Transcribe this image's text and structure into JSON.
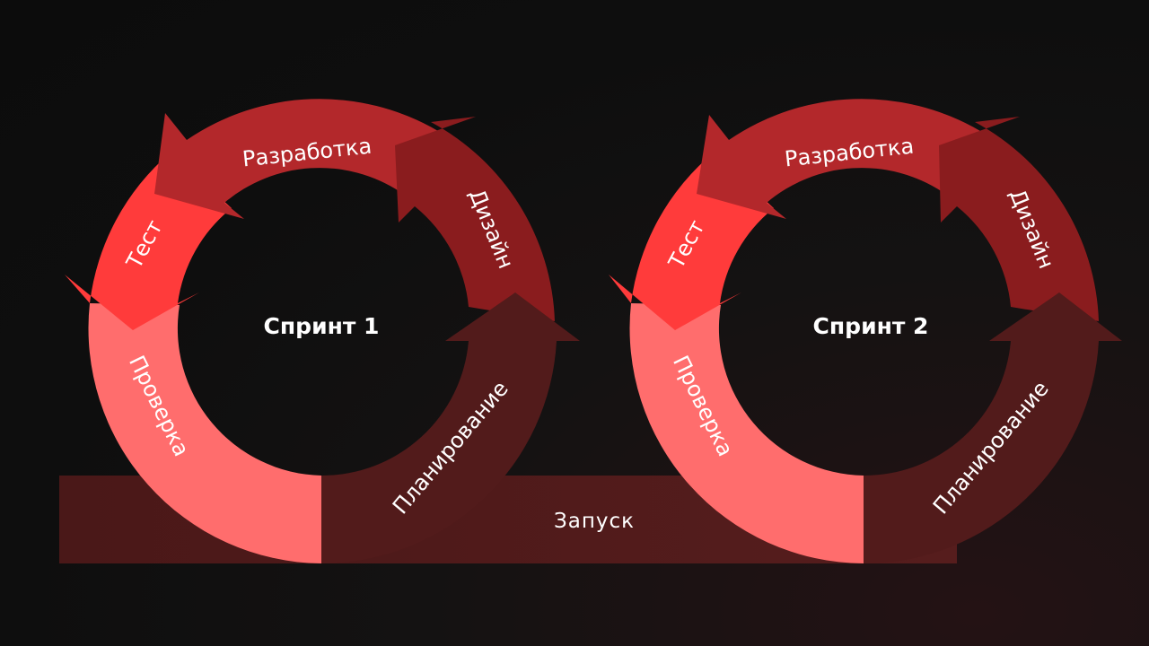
{
  "diagram": {
    "sprints": [
      {
        "title": "Спринт 1",
        "phases": [
          {
            "key": "planning",
            "label": "Планирование",
            "color": "#521b1b"
          },
          {
            "key": "design",
            "label": "Дизайн",
            "color": "#8a1c1e"
          },
          {
            "key": "development",
            "label": "Разработка",
            "color": "#b3282b"
          },
          {
            "key": "test",
            "label": "Тест",
            "color": "#ff3b3b"
          },
          {
            "key": "review",
            "label": "Проверка",
            "color": "#ff6d6d"
          }
        ]
      },
      {
        "title": "Спринт 2",
        "phases": [
          {
            "key": "planning",
            "label": "Планирование",
            "color": "#521b1b"
          },
          {
            "key": "design",
            "label": "Дизайн",
            "color": "#8a1c1e"
          },
          {
            "key": "development",
            "label": "Разработка",
            "color": "#b3282b"
          },
          {
            "key": "test",
            "label": "Тест",
            "color": "#ff3b3b"
          },
          {
            "key": "review",
            "label": "Проверка",
            "color": "#ff6d6d"
          }
        ]
      }
    ],
    "launch": {
      "label": "Запуск",
      "color": "#521b1b"
    }
  }
}
